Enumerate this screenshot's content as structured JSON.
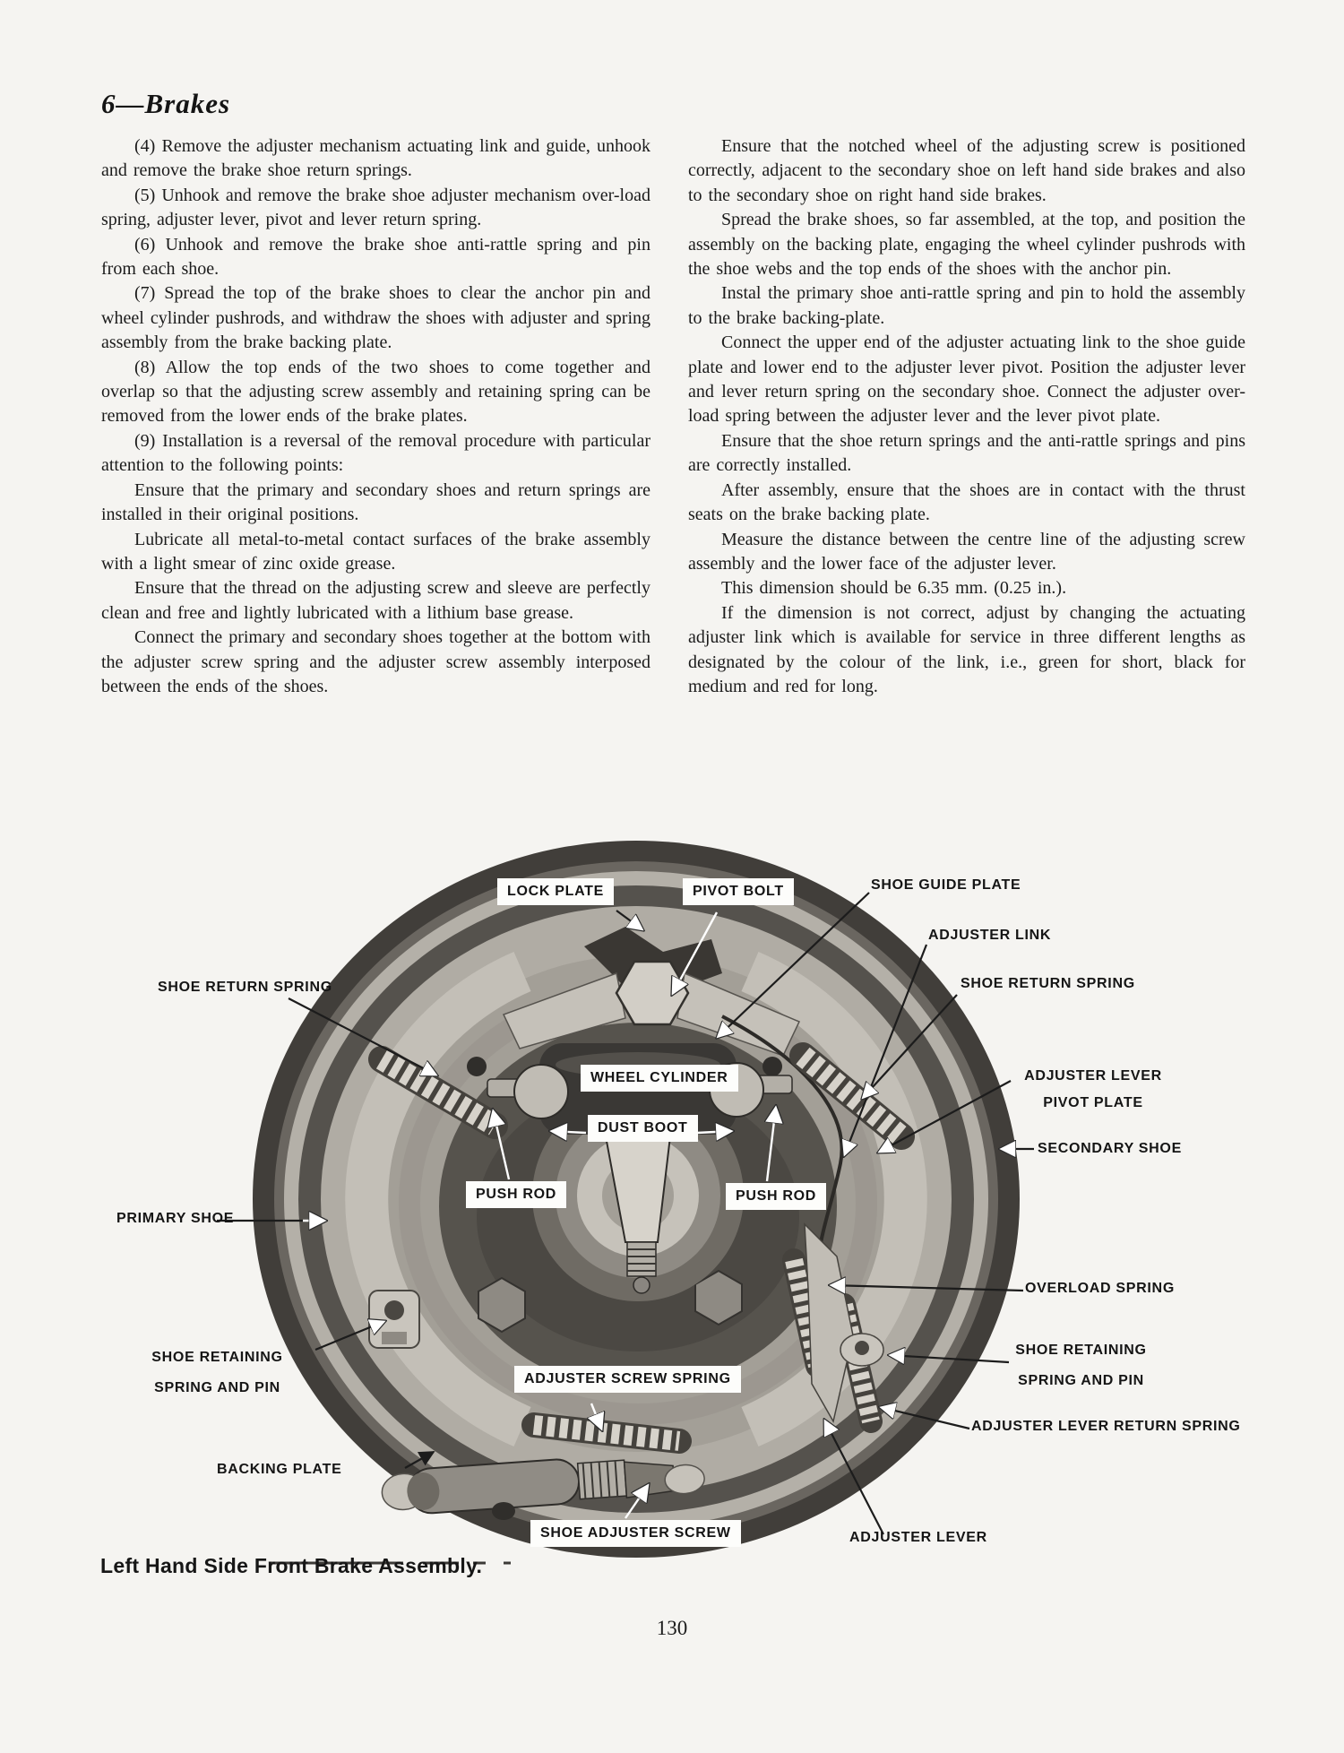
{
  "page": {
    "header": "6—Brakes",
    "page_number": "130"
  },
  "colors": {
    "page_bg": "#f5f4f1",
    "ink": "#1c1c1c",
    "label_box_bg": "#fdfdfb"
  },
  "columns": {
    "left": [
      "(4) Remove the adjuster mechanism actuating link and guide, unhook and remove the brake shoe return springs.",
      "(5) Unhook and remove the brake shoe adjuster mechanism over-load spring, adjuster lever, pivot and lever return spring.",
      "(6) Unhook and remove the brake shoe anti-rattle spring and pin from each shoe.",
      "(7) Spread the top of the brake shoes to clear the anchor pin and wheel cylinder pushrods, and withdraw the shoes with adjuster and spring assembly from the brake backing plate.",
      "(8) Allow the top ends of the two shoes to come together and overlap so that the adjusting screw assembly and retaining spring can be removed from the lower ends of the brake plates.",
      "(9) Installation is a reversal of the removal procedure with particular attention to the following points:",
      "Ensure that the primary and secondary shoes and return springs are installed in their original positions.",
      "Lubricate all metal-to-metal contact surfaces of the brake assembly with a light smear of zinc oxide grease.",
      "Ensure that the thread on the adjusting screw and sleeve are perfectly clean and free and lightly lubricated with a lithium base grease.",
      "Connect the primary and secondary shoes together at the bottom with the adjuster screw spring and the adjuster screw assembly interposed between the ends of the shoes."
    ],
    "right": [
      "Ensure that the notched wheel of the adjusting screw is positioned correctly, adjacent to the secondary shoe on left hand side brakes and also to the secondary shoe on right hand side brakes.",
      "Spread the brake shoes, so far assembled, at the top, and position the assembly on the backing plate, engaging the wheel cylinder pushrods with the shoe webs and the top ends of the shoes with the anchor pin.",
      "Instal the primary shoe anti-rattle spring and pin to hold the assembly to the brake backing-plate.",
      "Connect the upper end of the adjuster actuating link to the shoe guide plate and lower end to the adjuster lever pivot. Position the adjuster lever and lever return spring on the secondary shoe. Connect the adjuster over-load spring between the adjuster lever and the lever pivot plate.",
      "Ensure that the shoe return springs and the anti-rattle springs and pins are correctly installed.",
      "After assembly, ensure that the shoes are in contact with the thrust seats on the brake backing plate.",
      "Measure the distance between the centre line of the adjusting screw assembly and the lower face of the adjuster lever.",
      "This dimension should be 6.35 mm. (0.25 in.).",
      "If the dimension is not correct, adjust by changing the actuating adjuster link which is available for service in three different lengths as designated by the colour of the link, i.e., green for short, black for medium and red for long."
    ]
  },
  "figure": {
    "caption": "Left Hand Side Front Brake Assembly.",
    "labels": {
      "lock_plate": "LOCK PLATE",
      "pivot_bolt": "PIVOT BOLT",
      "shoe_guide_plate": "SHOE GUIDE PLATE",
      "adjuster_link": "ADJUSTER LINK",
      "shoe_return_spring_left": "SHOE RETURN SPRING",
      "shoe_return_spring_right": "SHOE RETURN SPRING",
      "wheel_cylinder": "WHEEL CYLINDER",
      "dust_boot": "DUST BOOT",
      "push_rod_left": "PUSH ROD",
      "push_rod_right": "PUSH ROD",
      "adjuster_lever_pivot_plate_line1": "ADJUSTER LEVER",
      "adjuster_lever_pivot_plate_line2": "PIVOT PLATE",
      "secondary_shoe": "SECONDARY SHOE",
      "primary_shoe": "PRIMARY SHOE",
      "overload_spring": "OVERLOAD SPRING",
      "shoe_retaining_left_line1": "SHOE RETAINING",
      "shoe_retaining_left_line2": "SPRING AND PIN",
      "shoe_retaining_right_line1": "SHOE RETAINING",
      "shoe_retaining_right_line2": "SPRING AND PIN",
      "adjuster_screw_spring": "ADJUSTER SCREW SPRING",
      "adjuster_lever_return_spring": "ADJUSTER LEVER RETURN SPRING",
      "backing_plate": "BACKING PLATE",
      "shoe_adjuster_screw": "SHOE ADJUSTER SCREW",
      "adjuster_lever": "ADJUSTER LEVER"
    }
  }
}
